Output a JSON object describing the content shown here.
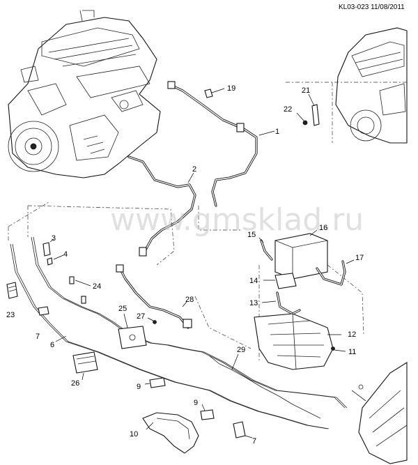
{
  "header": {
    "figure_code": "KL03-023 11/08/2011"
  },
  "watermark": {
    "text": "www.gmsklad.ru"
  },
  "callouts": [
    {
      "id": "c1",
      "label": "1"
    },
    {
      "id": "c2",
      "label": "2"
    },
    {
      "id": "c3",
      "label": "3"
    },
    {
      "id": "c4",
      "label": "4"
    },
    {
      "id": "c6",
      "label": "6"
    },
    {
      "id": "c7a",
      "label": "7"
    },
    {
      "id": "c7b",
      "label": "7"
    },
    {
      "id": "c9a",
      "label": "9"
    },
    {
      "id": "c9b",
      "label": "9"
    },
    {
      "id": "c10",
      "label": "10"
    },
    {
      "id": "c11",
      "label": "11"
    },
    {
      "id": "c12",
      "label": "12"
    },
    {
      "id": "c13",
      "label": "13"
    },
    {
      "id": "c14",
      "label": "14"
    },
    {
      "id": "c15",
      "label": "15"
    },
    {
      "id": "c16",
      "label": "16"
    },
    {
      "id": "c17",
      "label": "17"
    },
    {
      "id": "c19",
      "label": "19"
    },
    {
      "id": "c21",
      "label": "21"
    },
    {
      "id": "c22",
      "label": "22"
    },
    {
      "id": "c23",
      "label": "23"
    },
    {
      "id": "c24",
      "label": "24"
    },
    {
      "id": "c25",
      "label": "25"
    },
    {
      "id": "c26",
      "label": "26"
    },
    {
      "id": "c27",
      "label": "27"
    },
    {
      "id": "c28",
      "label": "28"
    },
    {
      "id": "c29",
      "label": "29"
    }
  ],
  "colors": {
    "line": "#111111",
    "background": "#ffffff",
    "watermark": "#c8c8c8"
  }
}
